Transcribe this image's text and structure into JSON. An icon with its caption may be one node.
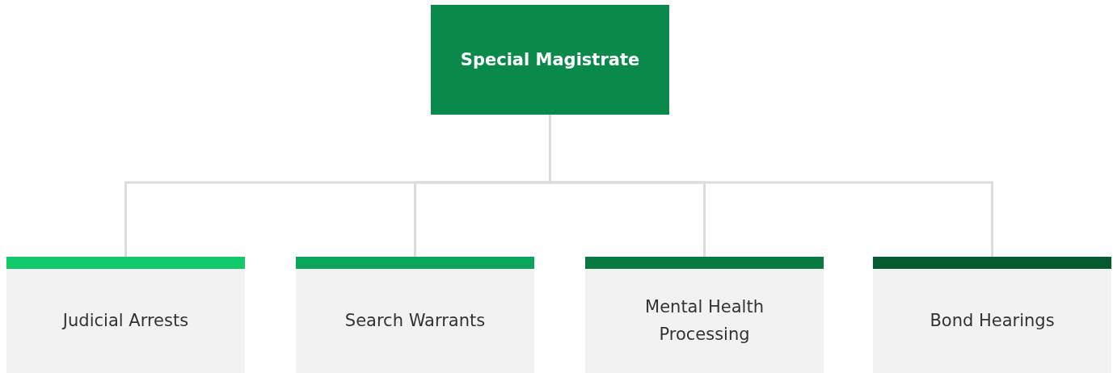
{
  "diagram": {
    "nodes": [
      {
        "text": [
          "Special Magistrate"
        ]
      },
      {
        "text": [
          "Judicial Arrests"
        ]
      },
      {
        "text": [
          "Search Warrants"
        ]
      },
      {
        "text": [
          "Mental Health Processing"
        ]
      },
      {
        "text": [
          "Bond Hearings"
        ]
      }
    ],
    "edges": [
      {
        "from": 0,
        "to": 1,
        "arrow": "none"
      },
      {
        "from": 0,
        "to": 2,
        "arrow": "none"
      },
      {
        "from": 0,
        "to": 3,
        "arrow": "none"
      },
      {
        "from": 0,
        "to": 4,
        "arrow": "none"
      }
    ]
  }
}
